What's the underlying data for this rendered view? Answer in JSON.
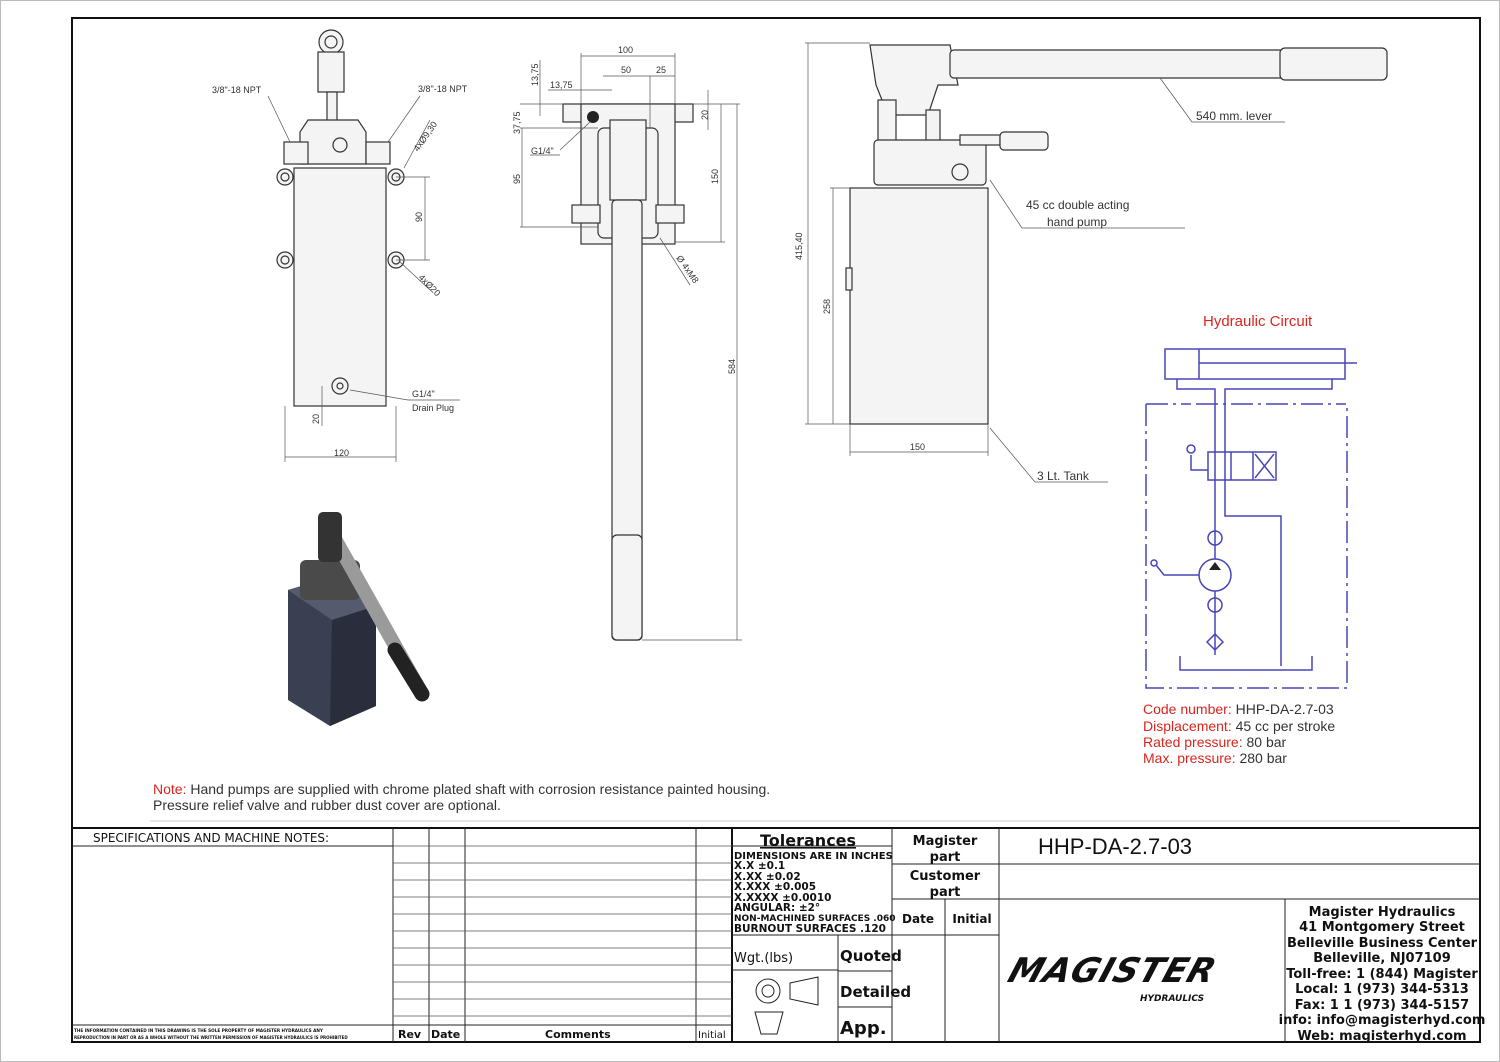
{
  "drawing": {
    "front_view": {
      "port_left": "3/8\"-18 NPT",
      "port_right": "3/8\"-18 NPT",
      "holes_top": "4xØ9,30",
      "holes_bottom": "4xØ20",
      "dim_90": "90",
      "dim_20": "20",
      "dim_120": "120",
      "drain_size": "G1/4\"",
      "drain_label": "Drain Plug"
    },
    "top_view": {
      "dim_100": "100",
      "dim_50": "50",
      "dim_25": "25",
      "dim_13_75_v": "13,75",
      "dim_13_75_h": "13,75",
      "dim_37_75": "37,75",
      "dim_20": "20",
      "dim_95": "95",
      "dim_150": "150",
      "dim_584": "584",
      "port": "G1/4\"",
      "bolts": "Ø 4xM8"
    },
    "side_view": {
      "lever": "540 mm. lever",
      "pump_line1": "45 cc double acting",
      "pump_line2": "hand pump",
      "dim_415": "415,40",
      "dim_258": "258",
      "dim_150": "150",
      "tank": "3 Lt. Tank"
    },
    "circuit_title": "Hydraulic Circuit",
    "specs": [
      {
        "label": "Code number:",
        "value": "HHP-DA-2.7-03"
      },
      {
        "label": "Displacement:",
        "value": "45 cc per stroke"
      },
      {
        "label": "Rated pressure:",
        "value": "80 bar"
      },
      {
        "label": "Max. pressure:",
        "value": "280 bar"
      }
    ],
    "note_label": "Note:",
    "note_line1": "Hand pumps are supplied with chrome plated shaft with corrosion resistance painted housing.",
    "note_line2": "Pressure relief valve and rubber dust cover are optional."
  },
  "title_block": {
    "specs_header": "SPECIFICATIONS AND MACHINE NOTES:",
    "disclaimer_line1": "THE INFORMATION CONTAINED IN THIS DRAWING IS THE SOLE PROPERTY OF MAGISTER HYDRAULICS ANY",
    "disclaimer_line2": "REPRODUCTION IN PART OR AS A WHOLE WITHOUT THE WRITTEN PERMISSION OF MAGISTER HYDRAULICS IS PROHIBITED",
    "rev": "Rev",
    "date": "Date",
    "comments": "Comments",
    "initial": "Initial",
    "tolerances_title": "Tolerances",
    "tolerances": [
      "DIMENSIONS ARE IN INCHES",
      "X.X ±0.1",
      "X.XX ±0.02",
      "X.XXX ±0.005",
      "X.XXXX ±0.0010",
      "ANGULAR: ±2°",
      "NON-MACHINED SURFACES .060",
      "BURNOUT SURFACES .120"
    ],
    "weight": "Wgt.(lbs)",
    "quoted": "Quoted",
    "detailed": "Detailed",
    "app": "App.",
    "magister_part": [
      "Magister",
      "part"
    ],
    "customer_part": [
      "Customer",
      "part"
    ],
    "date2": "Date",
    "initial2": "Initial",
    "part_number": "HHP-DA-2.7-03",
    "logo_main": "MAGISTER",
    "logo_sub": "HYDRAULICS",
    "company": [
      "Magister Hydraulics",
      "41 Montgomery Street",
      "Belleville Business Center",
      "Belleville, NJ07109",
      "Toll-free: 1 (844) Magister",
      "Local: 1 (973) 344-5313",
      "Fax: 1 1 (973) 344-5157",
      "info: info@magisterhyd.com",
      "Web: magisterhyd.com"
    ]
  }
}
